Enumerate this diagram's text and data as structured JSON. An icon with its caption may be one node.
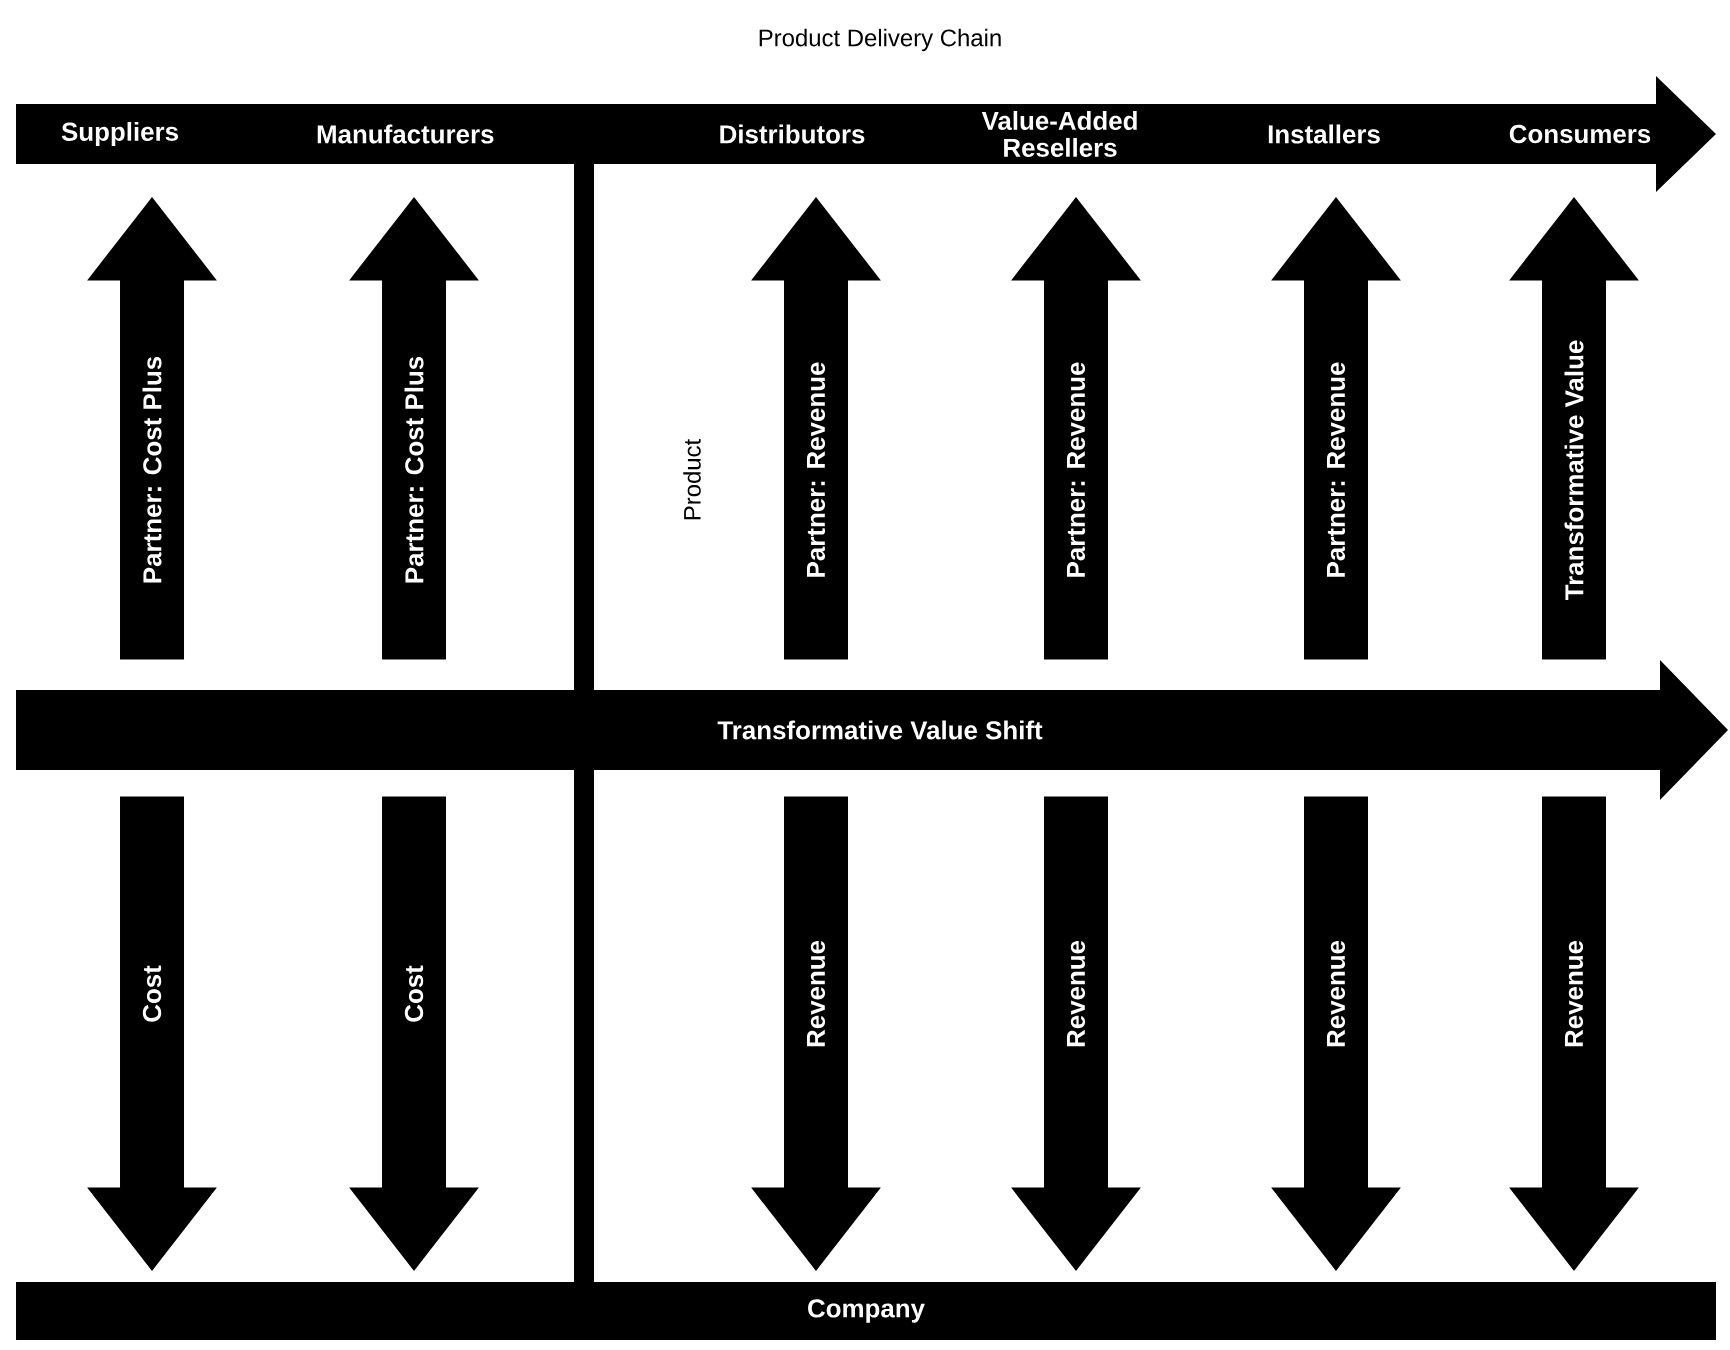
{
  "diagram": {
    "nodes": [
      {
        "text": [
          "Product Delivery Chain",
          "Suppliers",
          "Manufacturers",
          "Distributors",
          "Value-Added Resellers",
          "Installers",
          "Consumers"
        ]
      },
      {
        "text": [
          "Transformative Value Shift"
        ]
      },
      {
        "text": [
          "Company"
        ]
      }
    ],
    "edges": [
      {
        "from": 1,
        "to": 0,
        "arrow": "to",
        "label": "Partner: Cost Plus"
      },
      {
        "from": 1,
        "to": 0,
        "arrow": "to",
        "label": "Partner: Cost Plus"
      },
      {
        "from": 1,
        "to": 0,
        "arrow": "to",
        "label": "Partner: Revenue"
      },
      {
        "from": 1,
        "to": 0,
        "arrow": "to",
        "label": "Partner: Revenue"
      },
      {
        "from": 1,
        "to": 0,
        "arrow": "to",
        "label": "Partner: Revenue"
      },
      {
        "from": 1,
        "to": 0,
        "arrow": "to",
        "label": "Transformative Value"
      },
      {
        "from": 1,
        "to": 2,
        "arrow": "to",
        "label": "Cost"
      },
      {
        "from": 1,
        "to": 2,
        "arrow": "to",
        "label": "Cost"
      },
      {
        "from": 1,
        "to": 2,
        "arrow": "to",
        "label": "Revenue"
      },
      {
        "from": 1,
        "to": 2,
        "arrow": "to",
        "label": "Revenue"
      },
      {
        "from": 1,
        "to": 2,
        "arrow": "to",
        "label": "Revenue"
      },
      {
        "from": 1,
        "to": 2,
        "arrow": "to",
        "label": "Revenue"
      }
    ],
    "labels": [
      "Product"
    ]
  }
}
